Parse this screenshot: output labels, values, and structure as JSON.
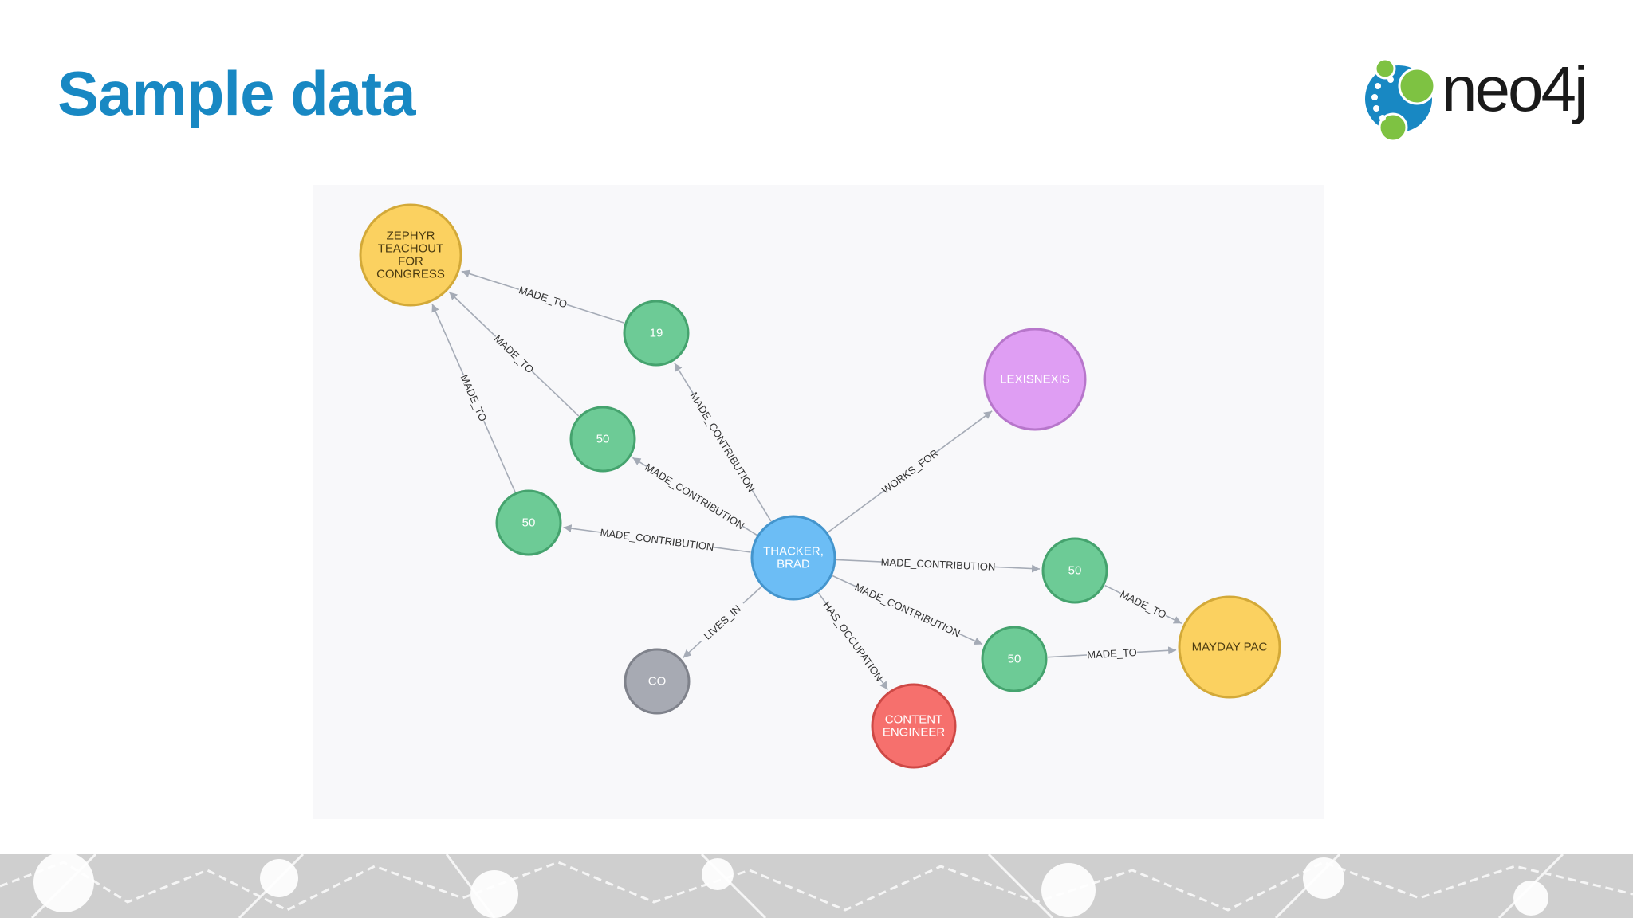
{
  "title": "Sample data",
  "logo": {
    "text": "neo4j",
    "icon": "neo4j-graph-icon"
  },
  "colors": {
    "title": "#1888c3",
    "person": "#6cbdf5",
    "contribution": "#6dcb96",
    "committee": "#fbd160",
    "company": "#df9ef3",
    "state": "#a7aab3",
    "occupation": "#f6706d"
  },
  "graph": {
    "nodes": [
      {
        "id": "zephyr",
        "label": "ZEPHYR TEACHOUT FOR CONGRESS",
        "lines": [
          "ZEPHYR",
          "TEACHOUT",
          "FOR",
          "CONGRESS"
        ],
        "kind": "committee"
      },
      {
        "id": "c19",
        "label": "19",
        "lines": [
          "19"
        ],
        "kind": "contribution"
      },
      {
        "id": "c50a",
        "label": "50",
        "lines": [
          "50"
        ],
        "kind": "contribution"
      },
      {
        "id": "c50b",
        "label": "50",
        "lines": [
          "50"
        ],
        "kind": "contribution"
      },
      {
        "id": "lexis",
        "label": "LEXISNEXIS",
        "lines": [
          "LEXISNEXIS"
        ],
        "kind": "company"
      },
      {
        "id": "brad",
        "label": "THACKER, BRAD",
        "lines": [
          "THACKER,",
          "BRAD"
        ],
        "kind": "person"
      },
      {
        "id": "c50c",
        "label": "50",
        "lines": [
          "50"
        ],
        "kind": "contribution"
      },
      {
        "id": "c50d",
        "label": "50",
        "lines": [
          "50"
        ],
        "kind": "contribution"
      },
      {
        "id": "mayday",
        "label": "MAYDAY PAC",
        "lines": [
          "MAYDAY PAC"
        ],
        "kind": "committee"
      },
      {
        "id": "co",
        "label": "CO",
        "lines": [
          "CO"
        ],
        "kind": "state"
      },
      {
        "id": "content",
        "label": "CONTENT ENGINEER",
        "lines": [
          "CONTENT",
          "ENGINEER"
        ],
        "kind": "occupation"
      }
    ],
    "edges": [
      {
        "from": "c19",
        "to": "zephyr",
        "label": "MADE_TO"
      },
      {
        "from": "c50a",
        "to": "zephyr",
        "label": "MADE_TO"
      },
      {
        "from": "c50b",
        "to": "zephyr",
        "label": "MADE_TO"
      },
      {
        "from": "brad",
        "to": "c19",
        "label": "MADE_CONTRIBUTION"
      },
      {
        "from": "brad",
        "to": "c50a",
        "label": "MADE_CONTRIBUTION"
      },
      {
        "from": "brad",
        "to": "c50b",
        "label": "MADE_CONTRIBUTION"
      },
      {
        "from": "brad",
        "to": "lexis",
        "label": "WORKS_FOR"
      },
      {
        "from": "brad",
        "to": "c50c",
        "label": "MADE_CONTRIBUTION"
      },
      {
        "from": "brad",
        "to": "c50d",
        "label": "MADE_CONTRIBUTION"
      },
      {
        "from": "c50c",
        "to": "mayday",
        "label": "MADE_TO"
      },
      {
        "from": "c50d",
        "to": "mayday",
        "label": "MADE_TO"
      },
      {
        "from": "brad",
        "to": "co",
        "label": "LIVES_IN"
      },
      {
        "from": "brad",
        "to": "content",
        "label": "HAS_OCCUPATION"
      }
    ]
  }
}
